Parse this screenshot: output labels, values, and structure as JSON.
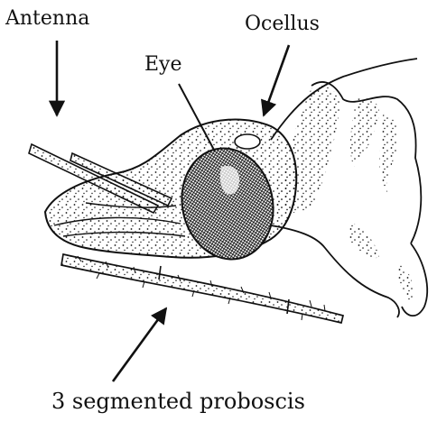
{
  "labels": {
    "antenna": "Antenna",
    "ocellus": "Ocellus",
    "eye": "Eye",
    "proboscis": "3 segmented proboscis"
  },
  "colors": {
    "ink": "#111111",
    "background": "#ffffff"
  }
}
